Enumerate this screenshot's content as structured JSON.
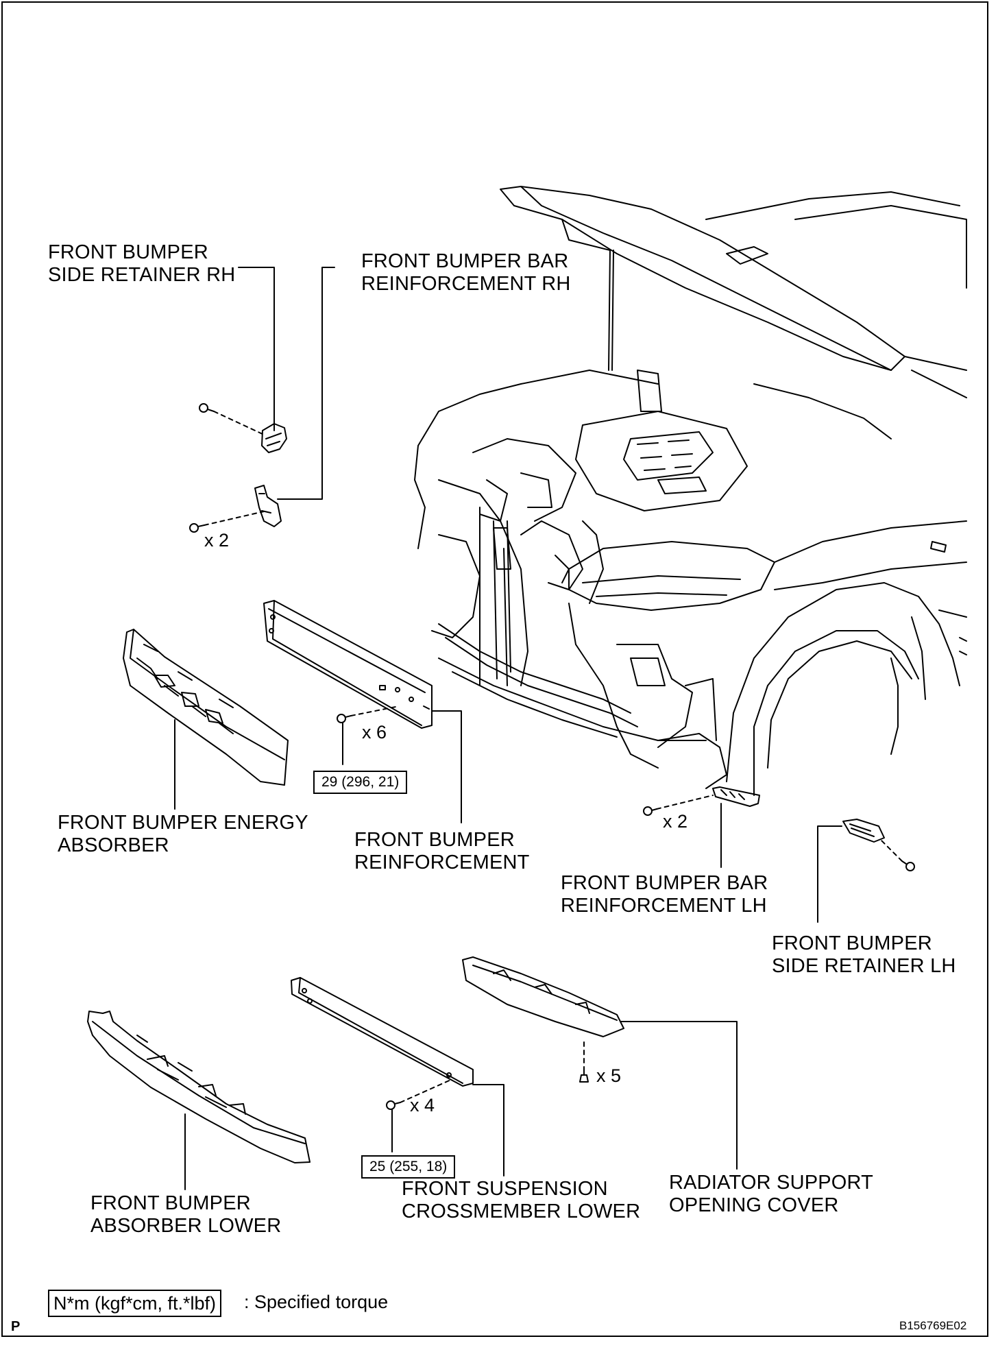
{
  "labels": {
    "side_retainer_rh": "FRONT BUMPER\nSIDE RETAINER RH",
    "bar_reinf_rh": "FRONT BUMPER BAR\nREINFORCEMENT RH",
    "energy_absorber": "FRONT BUMPER ENERGY\nABSORBER",
    "reinforcement": "FRONT BUMPER\nREINFORCEMENT",
    "bar_reinf_lh": "FRONT BUMPER BAR\nREINFORCEMENT LH",
    "side_retainer_lh": "FRONT BUMPER\nSIDE RETAINER LH",
    "absorber_lower": "FRONT BUMPER\nABSORBER LOWER",
    "crossmember_lower": "FRONT SUSPENSION\nCROSSMEMBER LOWER",
    "radiator_cover": "RADIATOR SUPPORT\nOPENING COVER"
  },
  "quantities": {
    "rh_bolts": "x 2",
    "reinf_bolts": "x 6",
    "lh_bolts": "x 2",
    "crossmember_bolts": "x 4",
    "radiator_clips": "x 5"
  },
  "torques": {
    "reinforcement": "29 (296, 21)",
    "crossmember": "25 (255, 18)"
  },
  "legend": {
    "unit": "N*m (kgf*cm, ft.*lbf)",
    "text": ": Specified torque"
  },
  "corner": {
    "left": "P",
    "right": "B156769E02"
  }
}
